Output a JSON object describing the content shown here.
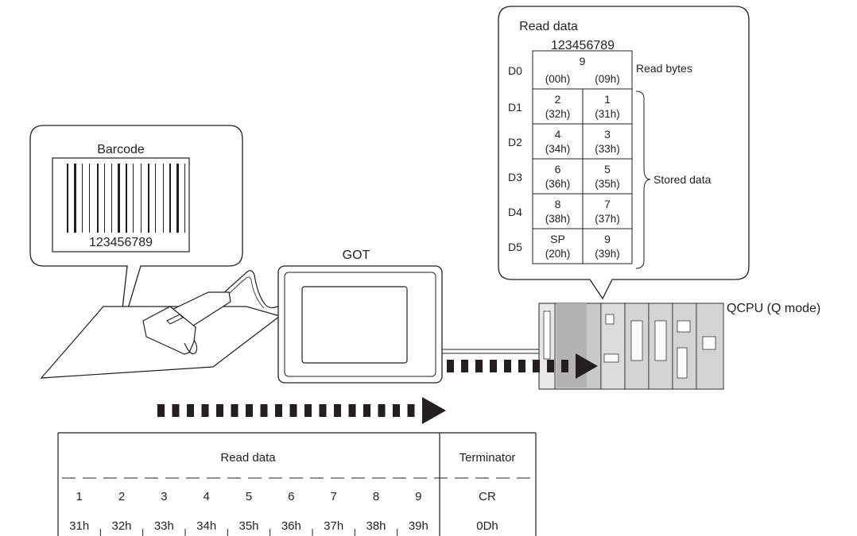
{
  "barcode_callout": {
    "title": "Barcode",
    "digits": "123456789"
  },
  "got_label": "GOT",
  "plc_label": "QCPU (Q mode)",
  "memory_callout": {
    "title": "Read data",
    "value": "123456789",
    "read_bytes_label": "Read bytes",
    "stored_data_label": "Stored data",
    "rows": [
      {
        "device": "D0",
        "merged": "9",
        "upper_hex": "(00h)",
        "lower_hex": "(09h)"
      },
      {
        "device": "D1",
        "upper": "2",
        "upper_hex": "(32h)",
        "lower": "1",
        "lower_hex": "(31h)"
      },
      {
        "device": "D2",
        "upper": "4",
        "upper_hex": "(34h)",
        "lower": "3",
        "lower_hex": "(33h)"
      },
      {
        "device": "D3",
        "upper": "6",
        "upper_hex": "(36h)",
        "lower": "5",
        "lower_hex": "(35h)"
      },
      {
        "device": "D4",
        "upper": "8",
        "upper_hex": "(38h)",
        "lower": "7",
        "lower_hex": "(37h)"
      },
      {
        "device": "D5",
        "upper": "SP",
        "upper_hex": "(20h)",
        "lower": "9",
        "lower_hex": "(39h)"
      }
    ]
  },
  "frame_table": {
    "read_data_header": "Read data",
    "terminator_header": "Terminator",
    "chars": [
      "1",
      "2",
      "3",
      "4",
      "5",
      "6",
      "7",
      "8",
      "9"
    ],
    "codes": [
      "31h",
      "32h",
      "33h",
      "34h",
      "35h",
      "36h",
      "37h",
      "38h",
      "39h"
    ],
    "terminator_char": "CR",
    "terminator_code": "0Dh"
  },
  "colors": {
    "line": "#231f20",
    "device_body": "#d8d8d8",
    "device_dark": "#9a9a9a",
    "arrow": "#231f20"
  }
}
